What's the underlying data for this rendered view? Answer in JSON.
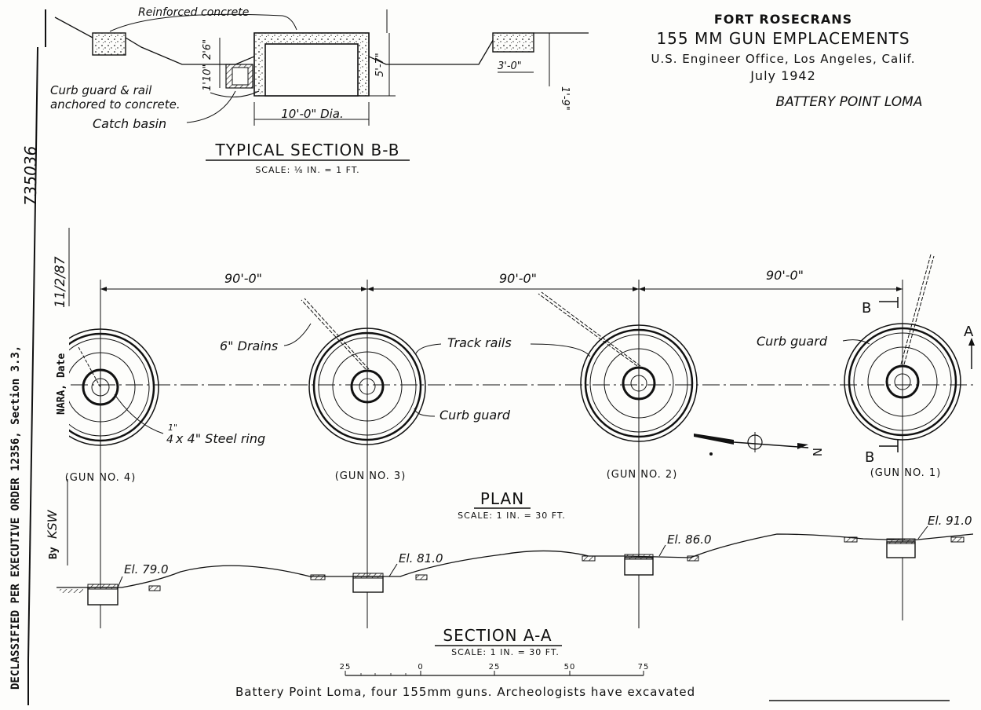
{
  "title_block": {
    "line1": "FORT ROSECRANS",
    "line2": "155 MM GUN EMPLACEMENTS",
    "line3": "U.S. Engineer Office, Los Angeles, Calif.",
    "line4": "July 1942",
    "battery": "BATTERY POINT LOMA"
  },
  "section_bb": {
    "title": "TYPICAL SECTION B-B",
    "scale": "SCALE: ⅛ IN. = 1 FT.",
    "label_concrete": "Reinforced concrete",
    "label_curb": "Curb guard & rail anchored to concrete.",
    "label_curb_1": "Curb guard & rail",
    "label_curb_2": "anchored to concrete.",
    "label_catch": "Catch basin",
    "dim_dia": "10'-0\" Dia.",
    "dim_2_6": "2'6\"",
    "dim_1_10": "1'10\"",
    "dim_5_7": "5'-7\"",
    "dim_3_0": "3'-0\"",
    "dim_1_9": "1'-9\""
  },
  "plan": {
    "title": "PLAN",
    "scale": "SCALE: 1 IN. = 30 FT.",
    "spacing": [
      "90'-0\"",
      "90'-0\"",
      "90'-0\""
    ],
    "label_drains": "6\" Drains",
    "label_track": "Track rails",
    "label_curb_left": "Curb guard",
    "label_curb_right": "Curb guard",
    "label_ring": "1\"/4 x 4\" Steel ring",
    "label_ring_a": "1\"",
    "label_ring_b": "4",
    "label_ring_c": "x 4\" Steel ring",
    "section_b": "B",
    "section_a": "A",
    "north": "N",
    "guns": [
      "(GUN NO. 4)",
      "(GUN NO. 3)",
      "(GUN NO. 2)",
      "(GUN NO. 1)"
    ]
  },
  "section_aa": {
    "title": "SECTION A-A",
    "scale": "SCALE: 1 IN. = 30 FT.",
    "elevations": [
      "El. 79.0",
      "El. 81.0",
      "El. 86.0",
      "El. 91.0"
    ]
  },
  "scale_bar": {
    "ticks": [
      "25",
      "0",
      "25",
      "50",
      "75"
    ]
  },
  "margin": {
    "declassified": "DECLASSIFIED PER EXECUTIVE ORDER 12356, Section 3.3,",
    "number": "735036",
    "by_label": "By",
    "by_value": "KSW",
    "nara_label": "NARA, Date",
    "nara_value": "11/2/87"
  },
  "caption": "Battery Point Loma, four 155mm guns.  Archeologists have excavated"
}
